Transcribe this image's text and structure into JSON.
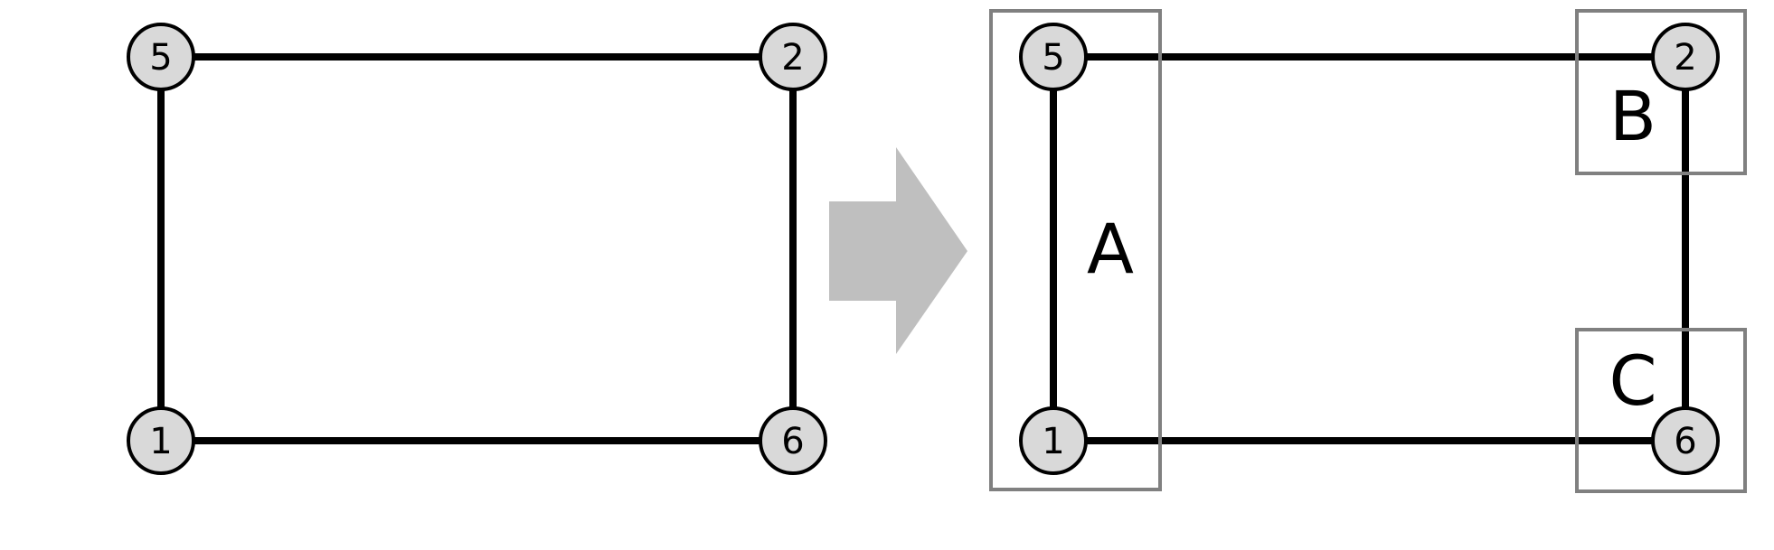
{
  "colors": {
    "edge": "#000000",
    "node_fill": "#d9d9d9",
    "node_stroke": "#000000",
    "group_box": "#808080",
    "arrow": "#bfbfbf",
    "background": "#ffffff"
  },
  "left_graph": {
    "nodes": {
      "top_left": "5",
      "top_right": "2",
      "bottom_left": "1",
      "bottom_right": "6"
    }
  },
  "right_graph": {
    "nodes": {
      "top_left": "5",
      "top_right": "2",
      "bottom_left": "1",
      "bottom_right": "6"
    },
    "groups": {
      "a": "A",
      "b": "B",
      "c": "C"
    }
  },
  "arrow_icon": "block-arrow-right"
}
